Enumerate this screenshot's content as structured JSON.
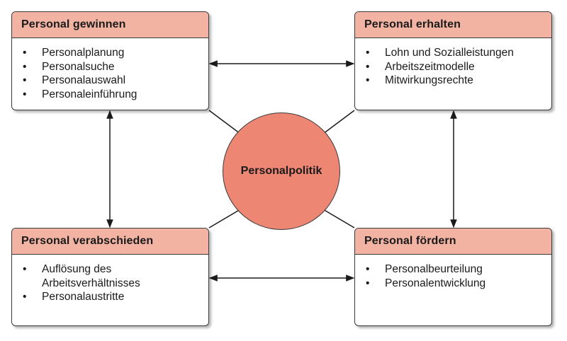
{
  "center": {
    "label": "Personalpolitik"
  },
  "boxes": {
    "gewinnen": {
      "title": "Personal gewinnen",
      "items": [
        "Personalplanung",
        "Personalsuche",
        "Personalauswahl",
        "Personaleinführung"
      ]
    },
    "erhalten": {
      "title": "Personal erhalten",
      "items": [
        "Lohn und Sozialleistungen",
        "Arbeitszeitmodelle",
        "Mitwirkungsrechte"
      ]
    },
    "verabschieden": {
      "title": "Personal verabschieden",
      "items": [
        "Auflösung des Arbeitsverhältnisses",
        "Personalaustritte"
      ]
    },
    "foerdern": {
      "title": "Personal fördern",
      "items": [
        "Personalbeurteilung",
        "Personalentwicklung"
      ]
    }
  },
  "colors": {
    "header": "#f2b3a3",
    "circle": "#ee8674",
    "stroke": "#3a3a3a"
  }
}
